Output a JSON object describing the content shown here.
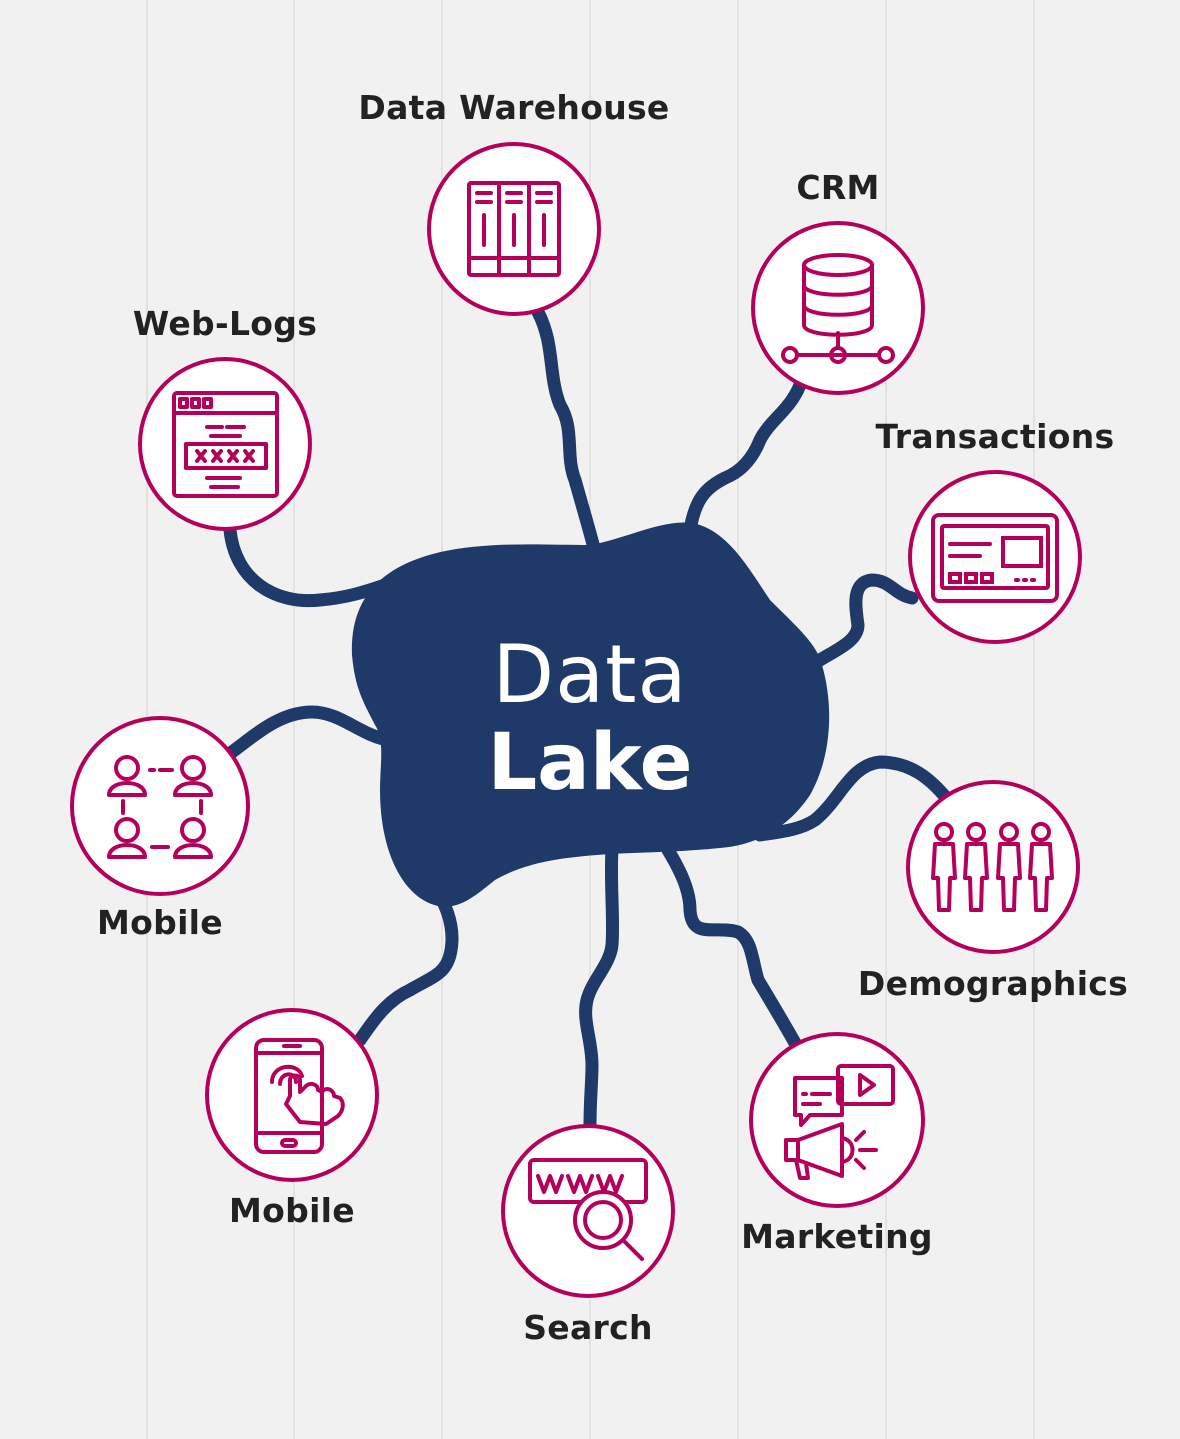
{
  "center": {
    "line1": "Data",
    "line2": "Lake"
  },
  "nodes": [
    {
      "id": "data-warehouse",
      "label": "Data Warehouse",
      "icon": "server-rack-icon"
    },
    {
      "id": "crm",
      "label": "CRM",
      "icon": "database-icon"
    },
    {
      "id": "transactions",
      "label": "Transactions",
      "icon": "pos-terminal-icon"
    },
    {
      "id": "demographics",
      "label": "Demographics",
      "icon": "people-group-icon"
    },
    {
      "id": "marketing",
      "label": "Marketing",
      "icon": "megaphone-icon"
    },
    {
      "id": "search",
      "label": "Search",
      "icon": "web-search-icon"
    },
    {
      "id": "mobile-touch",
      "label": "Mobile",
      "icon": "smartphone-touch-icon"
    },
    {
      "id": "mobile-network",
      "label": "Mobile",
      "icon": "user-network-icon"
    },
    {
      "id": "web-logs",
      "label": "Web-Logs",
      "icon": "browser-login-icon"
    }
  ],
  "colors": {
    "lake": "#1f3a68",
    "accent": "#b5005b",
    "background": "#f1f1f1",
    "text": "#222222"
  }
}
